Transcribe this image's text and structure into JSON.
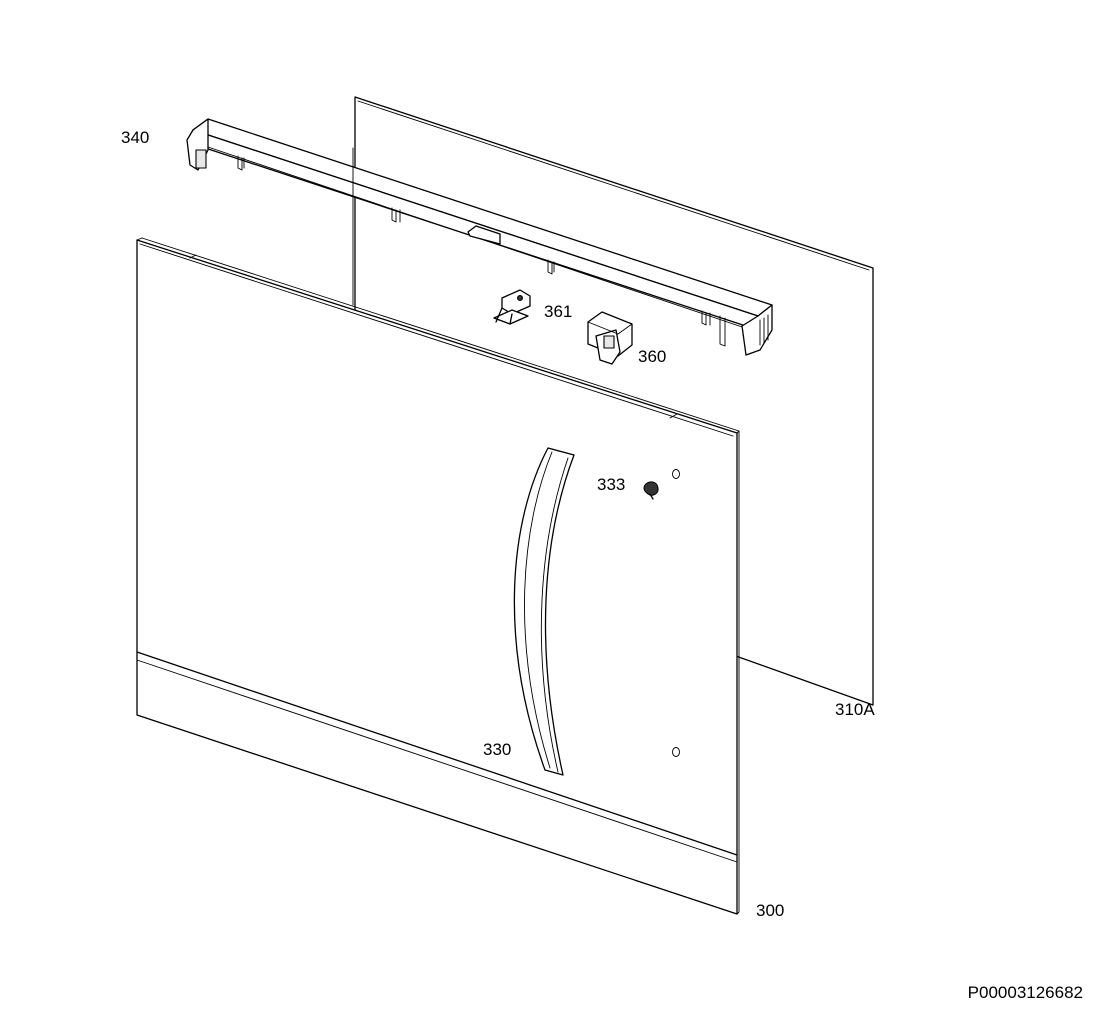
{
  "labels": {
    "part_340": "340",
    "part_361": "361",
    "part_360": "360",
    "part_333": "333",
    "part_310A": "310A",
    "part_330": "330",
    "part_300": "300"
  },
  "drawing_id": "P00003126682"
}
